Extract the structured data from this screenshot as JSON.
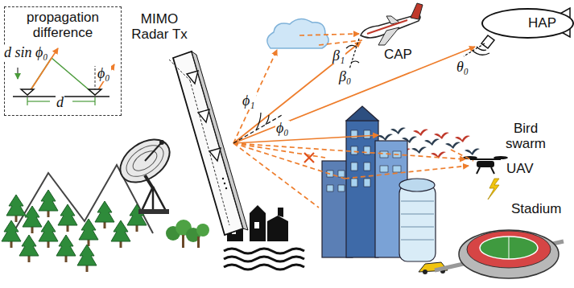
{
  "diagram": {
    "nodes": [
      {
        "text": [
          "propagation difference"
        ]
      },
      {
        "text": [
          "HAP"
        ]
      }
    ],
    "labels": [
      "d sin ϕ₀",
      "ϕ₀",
      "d",
      "MIMO Radar Tx",
      "β₁",
      "β₀",
      "CAP",
      "θ₀",
      "ϕ₁",
      "ϕ₀",
      "Bird swarm",
      "UAV",
      "Stadium"
    ]
  }
}
